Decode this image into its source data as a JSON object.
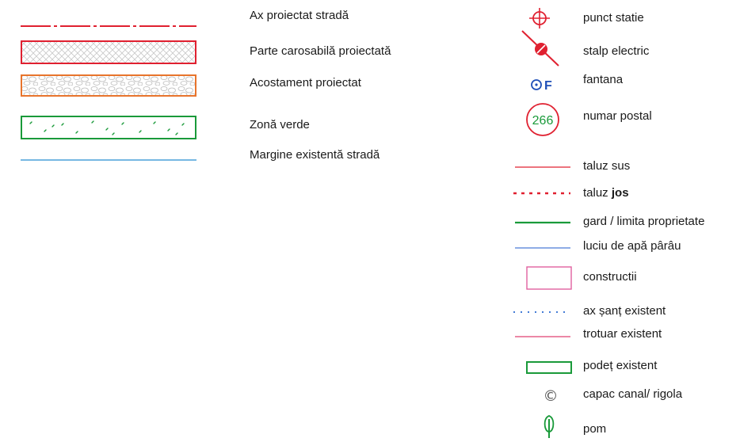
{
  "legend": {
    "left": [
      {
        "key": "ax-proiectat",
        "label": "Ax proiectat stradă",
        "color": "#e02030"
      },
      {
        "key": "parte-carosabila",
        "label": "Parte carosabilă proiectată",
        "color": "#e02030"
      },
      {
        "key": "acostament",
        "label": "Acostament proiectat",
        "color": "#e8742c"
      },
      {
        "key": "zona-verde",
        "label": "Zonă verde",
        "color": "#1a9a3a"
      },
      {
        "key": "margine-existenta",
        "label": "Margine existentă stradă",
        "color": "#4aa0d8"
      }
    ],
    "right_icons": [
      {
        "key": "punct-statie",
        "label": "punct statie",
        "icon": "crosshair-circle-icon",
        "color": "#e02030"
      },
      {
        "key": "stalp-electric",
        "label": "stalp electric",
        "icon": "electric-pole-icon",
        "color": "#e02030"
      },
      {
        "key": "fantana",
        "label": "fantana",
        "icon": "well-icon",
        "glyph": "F",
        "color": "#1f4fb8"
      },
      {
        "key": "numar-postal",
        "label": "numar postal",
        "icon": "postal-number-icon",
        "value": "266",
        "color": "#e02030",
        "text_color": "#1a9a3a"
      }
    ],
    "right_lines": [
      {
        "key": "taluz-sus",
        "label": "taluz sus",
        "color": "#e02030"
      },
      {
        "key": "taluz-jos",
        "label_prefix": "taluz ",
        "label_bold": "jos",
        "color": "#e02030"
      },
      {
        "key": "gard",
        "label": "gard / limita proprietate",
        "color": "#1a9a3a"
      },
      {
        "key": "luciu-apa",
        "label": "luciu de apă pârâu",
        "color": "#4a7ad8"
      },
      {
        "key": "constructii",
        "label": "constructii",
        "color": "#e060a0"
      },
      {
        "key": "ax-sant",
        "label": "ax șanț existent",
        "color": "#2a6ad0"
      },
      {
        "key": "trotuar",
        "label": "trotuar existent",
        "color": "#e04070"
      },
      {
        "key": "podet",
        "label": "podeț existent",
        "color": "#1a9a3a"
      },
      {
        "key": "capac-canal",
        "label": "capac canal/ rigola",
        "icon": "copyright-circle-icon",
        "glyph": "©",
        "color": "#555555"
      },
      {
        "key": "pom",
        "label": "pom",
        "icon": "tree-icon",
        "color": "#1a9a3a"
      }
    ]
  }
}
